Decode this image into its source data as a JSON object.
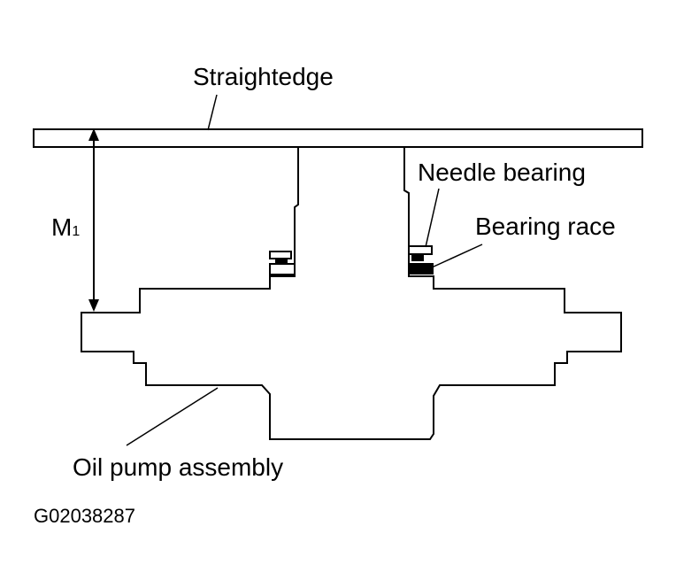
{
  "labels": {
    "straightedge": "Straightedge",
    "needle_bearing": "Needle bearing",
    "bearing_race": "Bearing race",
    "oil_pump_assembly": "Oil pump assembly",
    "dimension_main": "M",
    "dimension_sub": "1"
  },
  "figure_code": "G02038287",
  "colors": {
    "line": "#000000",
    "background": "#ffffff"
  }
}
